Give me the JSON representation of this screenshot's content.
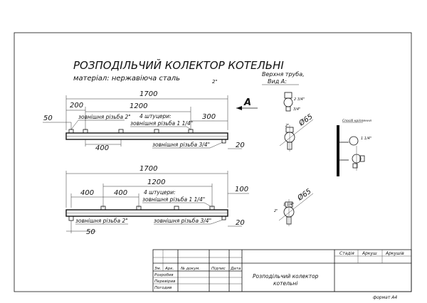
{
  "title": "РОЗПОДІЛЬЧИЙ КОЛЕКТОР КОТЕЛЬНІ",
  "material": "матеріал: нержавіюча сталь",
  "mark_2": "2\"",
  "view_label": "A",
  "top_pipe_view": "Верхня труба,",
  "view_a": "Вид А:",
  "collector1": {
    "dim_total": "1700",
    "dim_200": "200",
    "dim_1200": "1200",
    "dim_300": "300",
    "dim_50": "50",
    "dim_400": "400",
    "dim_20": "20",
    "note_thread2": "зовнішня різьба 2\"",
    "note_fittings1": "4 штуцери:",
    "note_fittings2": "зовнішня різьба 1 1/4\"",
    "note_thread34": "зовнішня різьба 3/4\""
  },
  "collector2": {
    "dim_total": "1700",
    "dim_1200": "1200",
    "dim_400a": "400",
    "dim_400b": "400",
    "dim_100": "100",
    "dim_50": "50",
    "dim_20": "20",
    "note_fittings1": "4 штуцери:",
    "note_fittings2": "зовнішня різьба 1 1/4\"",
    "note_thread2": "зовнішня різьба 2\"",
    "note_thread34": "зовнішня різьба 3/4\""
  },
  "view1": {
    "dia": "Ø65",
    "thread_a": "2 3/4\"",
    "thread_b": "3/4\"",
    "mark_top": "2\""
  },
  "view2": {
    "dia": "Ø65",
    "thread_a": "1 1/4\"",
    "thread_b": "2\""
  },
  "bracket": {
    "label": "Спосіб кріплення",
    "thread": "1 1/4\""
  },
  "title_block": {
    "stage": "Стадія",
    "sheet": "Аркуш",
    "sheets": "Аркушів",
    "col_change": "Зм.",
    "col_sheet": "Арк.",
    "col_doc": "№ докум.",
    "col_sign": "Підпис",
    "col_date": "Дата",
    "row_developed": "Розробив",
    "row_checked": "Перевірив",
    "row_approved": "Погодив",
    "name_line1": "Розподільчий колектор",
    "name_line2": "котельні"
  },
  "format": "формат А4"
}
